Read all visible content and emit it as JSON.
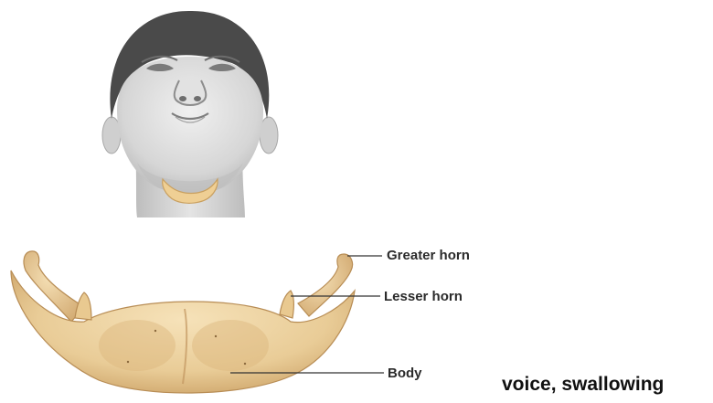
{
  "labels": {
    "greater_horn": "Greater horn",
    "lesser_horn": "Lesser horn",
    "body": "Body"
  },
  "caption": "voice, swallowing",
  "colors": {
    "bone_fill": "#ecd2a2",
    "bone_shadow": "#c99e62",
    "skin": "#dcdcdc",
    "hair": "#4a4a4a",
    "leader_line": "#333333"
  }
}
